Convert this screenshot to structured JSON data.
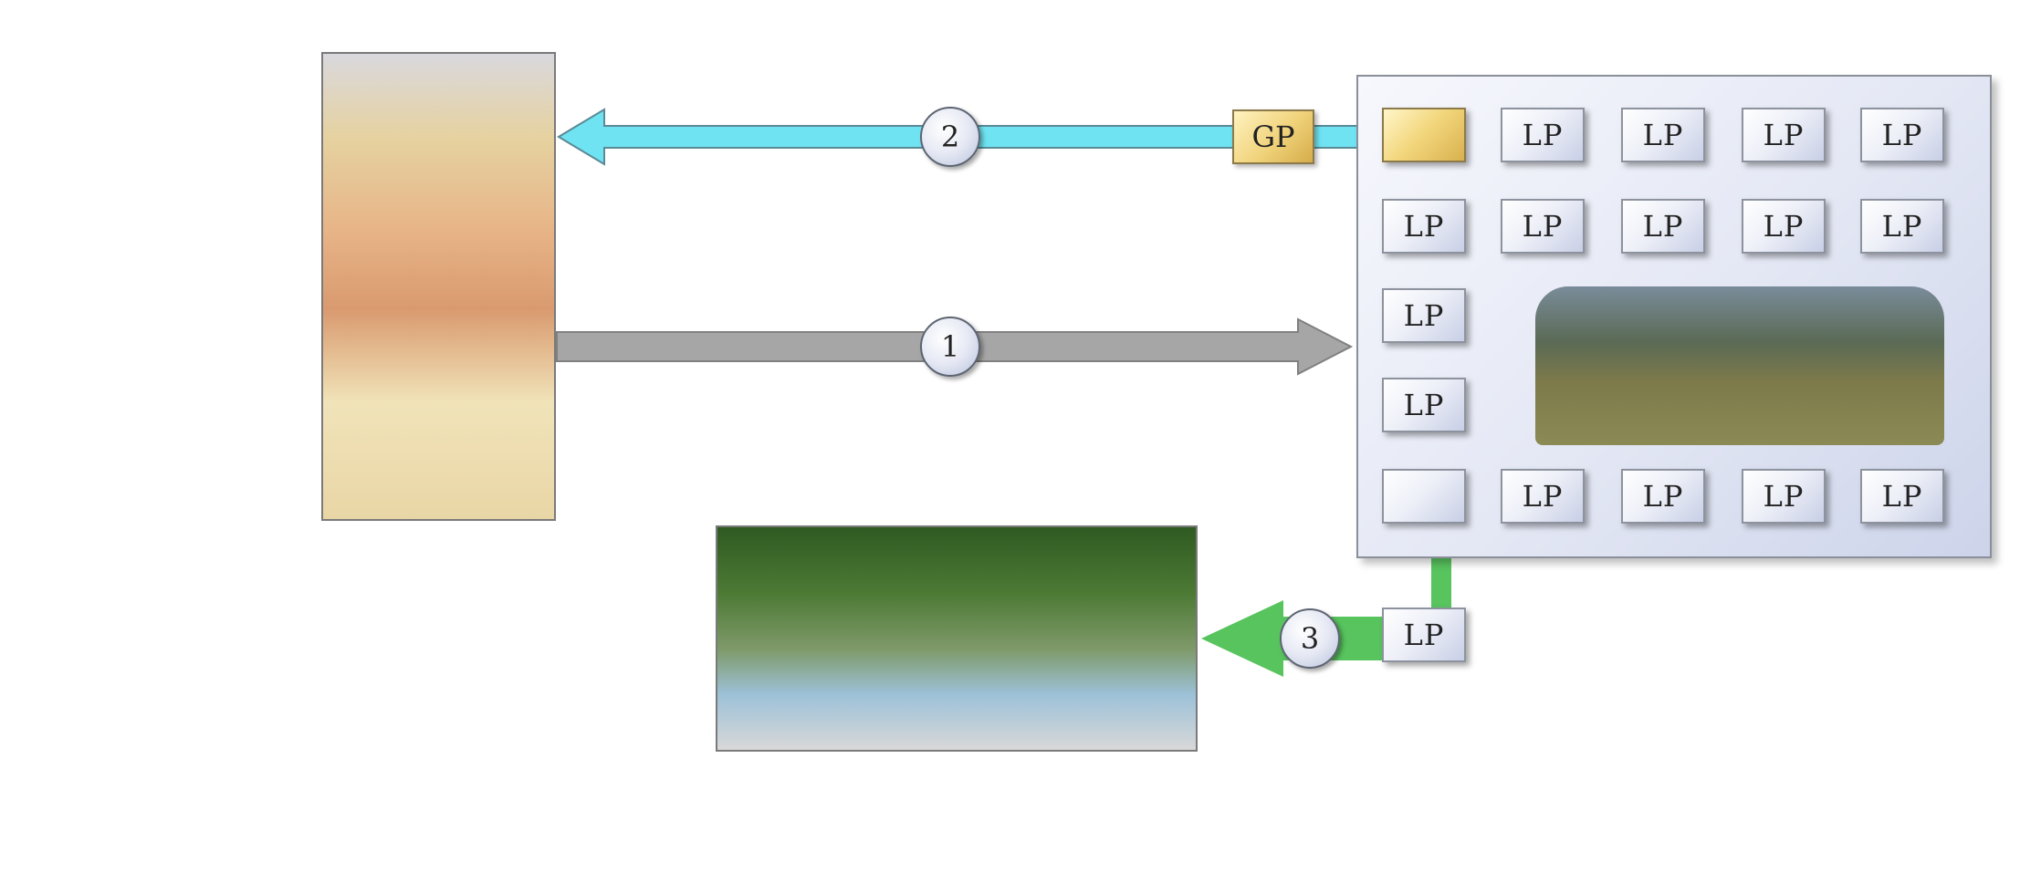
{
  "steps": {
    "one": "1",
    "two": "2",
    "three": "3"
  },
  "labels": {
    "general_partner": "GP",
    "limited_partner": "LP"
  },
  "partnership_grid": [
    [
      "",
      "LP",
      "LP",
      "LP",
      "LP"
    ],
    [
      "LP",
      "LP",
      "LP",
      "LP",
      "LP"
    ],
    [
      "LP"
    ],
    [
      "LP"
    ],
    [
      "",
      "LP",
      "LP",
      "LP",
      "LP"
    ]
  ],
  "colors": {
    "arrow_to_partnership": "#a6a6a6",
    "arrow_to_grandparent": "#6fe3f2",
    "arrow_to_family": "#58c45e",
    "general_partner_fill": "#f0d27a",
    "panel_fill": "#e3e7f4"
  }
}
